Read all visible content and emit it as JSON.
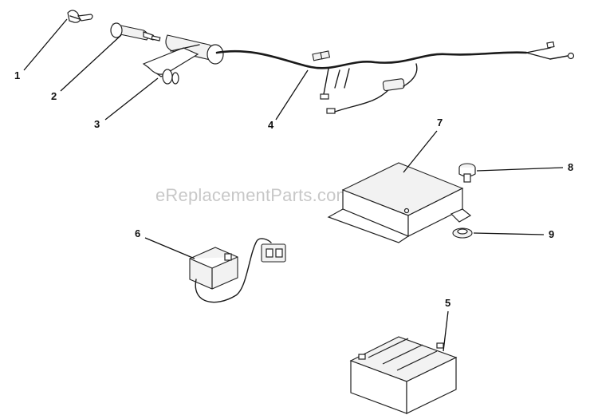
{
  "watermark": "eReplacementParts.com",
  "callouts": {
    "c1": "1",
    "c2": "2",
    "c3": "3",
    "c4": "4",
    "c5": "5",
    "c6": "6",
    "c7": "7",
    "c8": "8",
    "c9": "9"
  },
  "colors": {
    "background": "#ffffff",
    "ink": "#111111",
    "watermark": "#c8c8c8"
  }
}
